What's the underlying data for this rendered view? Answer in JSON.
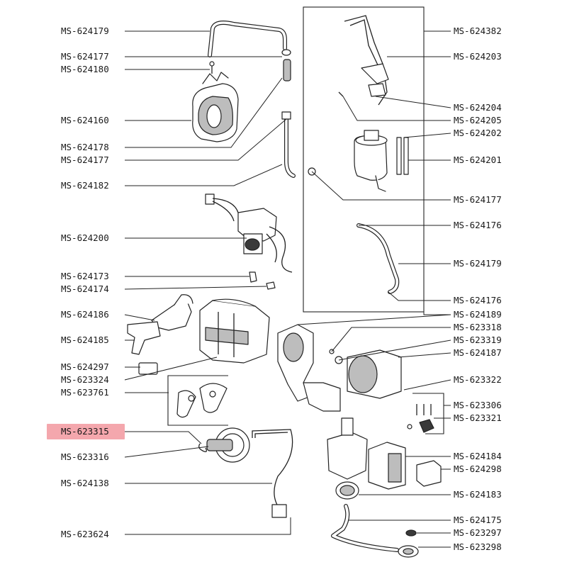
{
  "diagram": {
    "highlighted_part": "MS-623315",
    "highlight_color": "#f4a7ad",
    "labels_left": [
      "MS-624179",
      "MS-624177",
      "MS-624180",
      "MS-624160",
      "MS-624178",
      "MS-624177",
      "MS-624182",
      "MS-624200",
      "MS-624173",
      "MS-624174",
      "MS-624186",
      "MS-624185",
      "MS-624297",
      "MS-623324",
      "MS-623761",
      "MS-623315",
      "MS-623316",
      "MS-624138",
      "MS-623624"
    ],
    "labels_right": [
      "MS-624382",
      "MS-624203",
      "MS-624204",
      "MS-624205",
      "MS-624202",
      "MS-624201",
      "MS-624177",
      "MS-624176",
      "MS-624179",
      "MS-624176",
      "MS-624189",
      "MS-623318",
      "MS-623319",
      "MS-624187",
      "MS-623322",
      "MS-623306",
      "MS-623321",
      "MS-624184",
      "MS-624298",
      "MS-624183",
      "MS-624175",
      "MS-623297",
      "MS-623298"
    ]
  }
}
